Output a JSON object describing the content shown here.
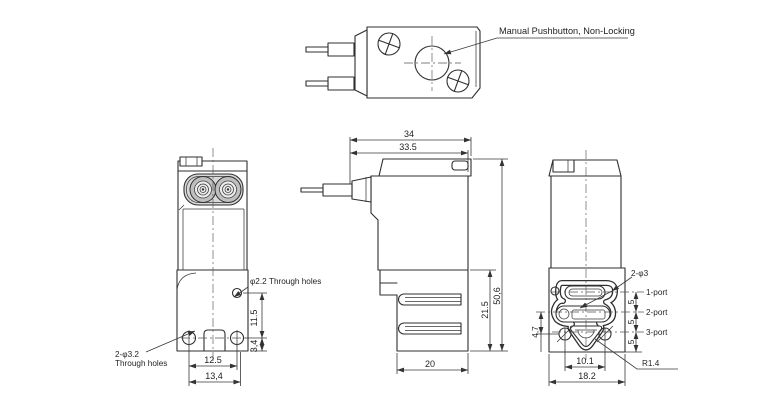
{
  "views": {
    "top": {
      "pushbutton_label": "Manual Pushbutton, Non-Locking"
    },
    "front": {
      "small_hole_label": "φ2.2 Through holes",
      "mount_hole_label_line1": "2-φ3.2",
      "mount_hole_label_line2": "Through holes",
      "dim_hole_spacing_v": "11.5",
      "dim_hole_to_bottom": "3,4",
      "dim_hole_pitch": "12.5",
      "dim_width": "13,4"
    },
    "side": {
      "dim_overall_width": "34",
      "dim_body_width": "33.5",
      "dim_overall_height": "50,6",
      "dim_base_height": "21.5",
      "dim_base_width": "20"
    },
    "rear": {
      "port_hole_label": "2-φ3",
      "ports": [
        "1-port",
        "2-port",
        "3-port"
      ],
      "dim_port_pitch": "5",
      "dim_left": "4,7",
      "dim_mount_pitch": "10.1",
      "dim_base_width": "18.2",
      "radius_label": "R1.4"
    }
  }
}
